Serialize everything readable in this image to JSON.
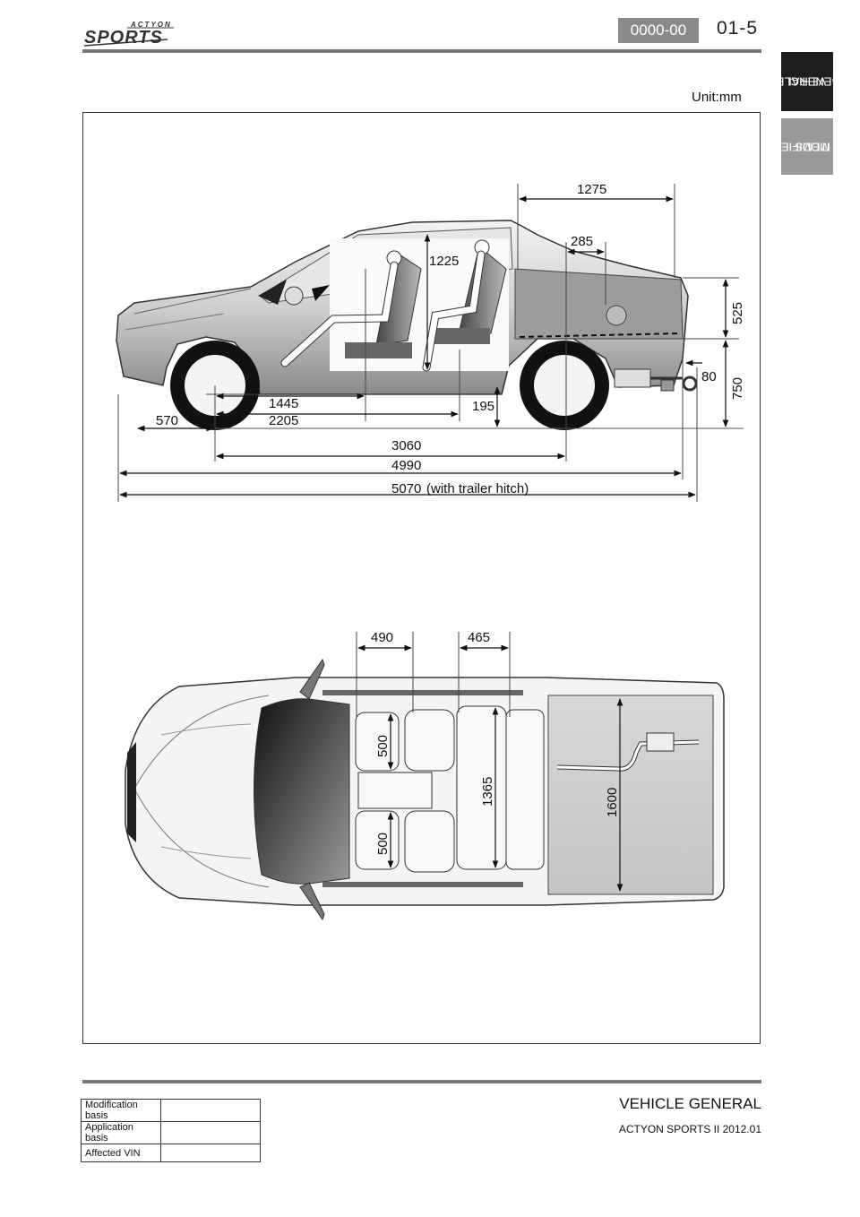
{
  "header": {
    "brand_top": "ACTYON",
    "brand_script": "SPORTS",
    "code": "0000-00",
    "page": "01-5"
  },
  "side_tabs": [
    {
      "label": "VEHICLE GENERAL",
      "line1": "VEHICLE",
      "line2": "GENERAL",
      "active": true
    },
    {
      "label": "MODIFIED ITEMS",
      "line1": "MODIFIED",
      "line2": "ITEMS",
      "active": false
    }
  ],
  "unit": "Unit:mm",
  "side_view_dims": {
    "d1275": "1275",
    "d285": "285",
    "d1225": "1225",
    "d525": "525",
    "d80": "80",
    "d750": "750",
    "d1445": "1445",
    "d195": "195",
    "d570": "570",
    "d2205": "2205",
    "d3060": "3060",
    "d4990": "4990",
    "d5070": "5070",
    "d5070_note": "(with trailer hitch)"
  },
  "top_view_dims": {
    "d490": "490",
    "d465": "465",
    "d500_front": "500",
    "d500_rear": "500",
    "d1365": "1365",
    "d1600": "1600"
  },
  "footer": {
    "title": "VEHICLE GENERAL",
    "subtitle": "ACTYON SPORTS II 2012.01",
    "table": [
      {
        "label": "Modification basis",
        "value": ""
      },
      {
        "label": "Application basis",
        "value": ""
      },
      {
        "label": "Affected VIN",
        "value": ""
      }
    ]
  },
  "colors": {
    "badge": "#8a8a8a",
    "tab_active": "#1e1e1e",
    "tab_inactive": "#9a9a9a",
    "rule": "#777777"
  }
}
